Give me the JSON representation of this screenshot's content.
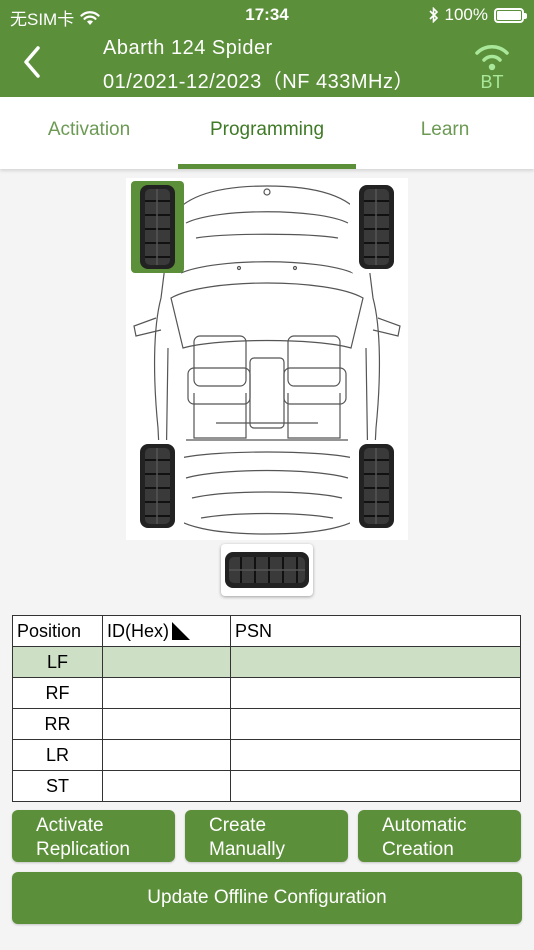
{
  "status_bar": {
    "carrier": "无SIM卡",
    "time": "17:34",
    "battery": "100%"
  },
  "header": {
    "back_icon": "chevron-left-icon",
    "title_line1": "Abarth 124 Spider",
    "title_line2": "01/2021-12/2023（NF 433MHz）",
    "bt_label": "BT",
    "bt_color": "#a9e89a"
  },
  "tabs": [
    {
      "label": "Activation",
      "active": false
    },
    {
      "label": "Programming",
      "active": true
    },
    {
      "label": "Learn",
      "active": false
    }
  ],
  "tires": {
    "selected": "LF"
  },
  "table": {
    "headers": [
      "Position",
      "ID(Hex)",
      "PSN"
    ],
    "rows": [
      {
        "position": "LF",
        "id": "",
        "psn": "",
        "selected": true
      },
      {
        "position": "RF",
        "id": "",
        "psn": "",
        "selected": false
      },
      {
        "position": "RR",
        "id": "",
        "psn": "",
        "selected": false
      },
      {
        "position": "LR",
        "id": "",
        "psn": "",
        "selected": false
      },
      {
        "position": "ST",
        "id": "",
        "psn": "",
        "selected": false
      }
    ]
  },
  "buttons": {
    "activate_line1": "Activate",
    "activate_line2": "Replication",
    "create_line1": "Create",
    "create_line2": "Manually",
    "auto_line1": "Automatic",
    "auto_line2": "Creation",
    "update": "Update Offline Configuration"
  },
  "colors": {
    "primary": "#5b8f3a",
    "selected_row": "#cddfc5",
    "tab_text": "#6c9a54"
  }
}
